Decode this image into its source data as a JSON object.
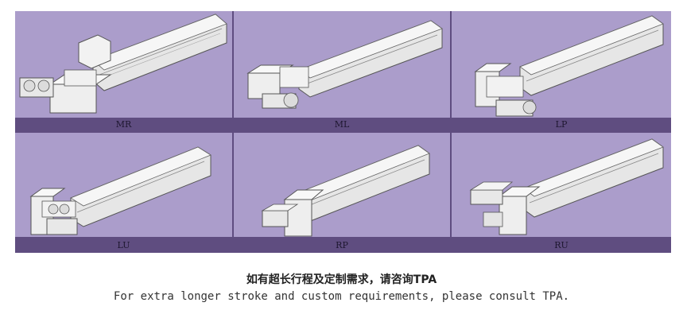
{
  "variants": [
    {
      "label": "MR",
      "icon": "actuator-motor-rear-icon"
    },
    {
      "label": "ML",
      "icon": "actuator-motor-left-icon"
    },
    {
      "label": "LP",
      "icon": "actuator-motor-left-parallel-icon"
    },
    {
      "label": "LU",
      "icon": "actuator-motor-left-under-icon"
    },
    {
      "label": "RP",
      "icon": "actuator-motor-right-parallel-icon"
    },
    {
      "label": "RU",
      "icon": "actuator-motor-right-under-icon"
    }
  ],
  "caption": {
    "zh": "如有超长行程及定制需求，请咨询TPA",
    "en": "For extra longer stroke and custom requirements, please consult TPA."
  },
  "colors": {
    "panel": "#ab9dcb",
    "band": "#5f4d80",
    "body": "#ececec",
    "outline": "#555555"
  }
}
